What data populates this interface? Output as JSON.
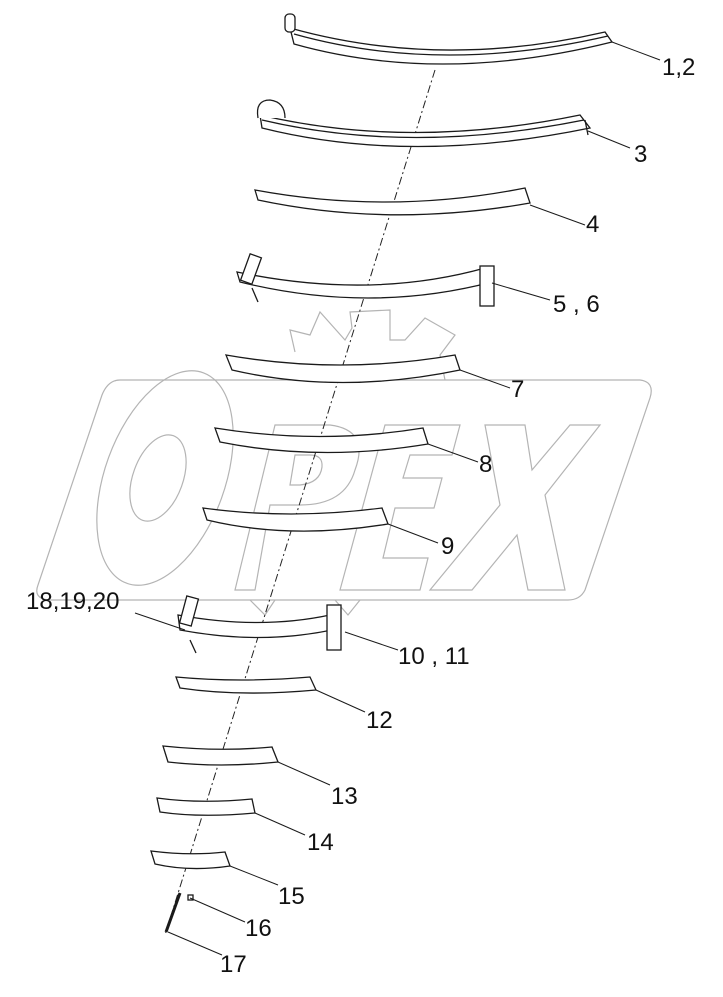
{
  "diagram": {
    "type": "exploded parts diagram",
    "subject": "leaf spring assembly",
    "watermark": "OPEX",
    "colors": {
      "line": "#1a1a1a",
      "watermark": "#b0b0b0",
      "background": "#ffffff"
    }
  },
  "callouts": [
    {
      "id": "c1",
      "text": "1,2",
      "part": "main leaf with eye (top)"
    },
    {
      "id": "c2",
      "text": "3",
      "part": "second leaf with wrapped eye"
    },
    {
      "id": "c3",
      "text": "4",
      "part": "leaf"
    },
    {
      "id": "c4",
      "text": "5 , 6",
      "part": "leaf with clamps"
    },
    {
      "id": "c5",
      "text": "7",
      "part": "leaf"
    },
    {
      "id": "c6",
      "text": "8",
      "part": "leaf"
    },
    {
      "id": "c7",
      "text": "9",
      "part": "leaf"
    },
    {
      "id": "c8",
      "text": "10 , 11",
      "part": "leaf with clamps"
    },
    {
      "id": "c9",
      "text": "18,19,20",
      "part": "clamp bolt, nut, washer"
    },
    {
      "id": "c10",
      "text": "12",
      "part": "leaf"
    },
    {
      "id": "c11",
      "text": "13",
      "part": "leaf"
    },
    {
      "id": "c12",
      "text": "14",
      "part": "leaf"
    },
    {
      "id": "c13",
      "text": "15",
      "part": "leaf (shortest)"
    },
    {
      "id": "c14",
      "text": "16",
      "part": "nut"
    },
    {
      "id": "c15",
      "text": "17",
      "part": "center bolt"
    }
  ]
}
